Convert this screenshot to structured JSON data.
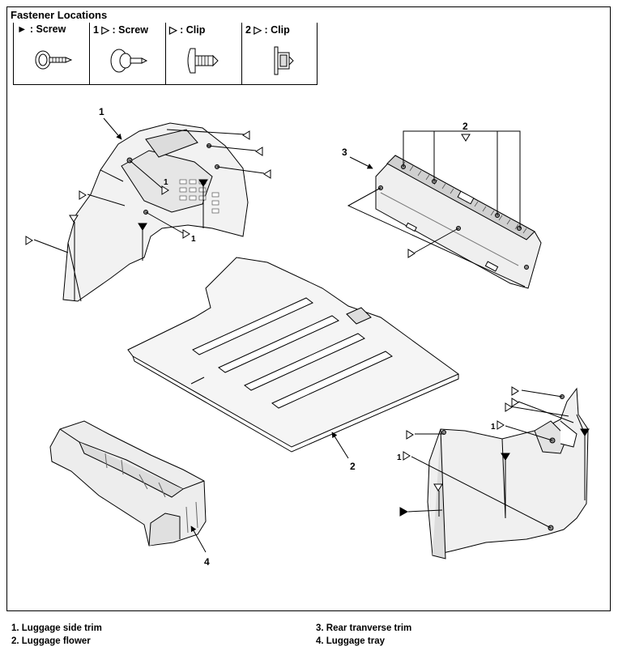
{
  "header": {
    "title": "Fastener Locations"
  },
  "fastener_types": [
    {
      "label": "► : Screw",
      "icon": "screw-icon"
    },
    {
      "label": "1 ▷ : Screw",
      "icon": "screw-with-washer-icon"
    },
    {
      "label": "▷ : Clip",
      "icon": "push-clip-icon"
    },
    {
      "label": "2 ▷ : Clip",
      "icon": "retainer-clip-icon"
    }
  ],
  "callouts": {
    "c1": "1",
    "c2_top": "2",
    "c3": "3",
    "c2_floor": "2",
    "c4": "4",
    "m1a": "1",
    "m1b": "1",
    "m1c": "1",
    "m1d": "1"
  },
  "legend": {
    "item1": "1. Luggage side trim",
    "item2": "2. Luggage flower",
    "item3": "3. Rear tranverse trim",
    "item4": "4. Luggage tray"
  }
}
